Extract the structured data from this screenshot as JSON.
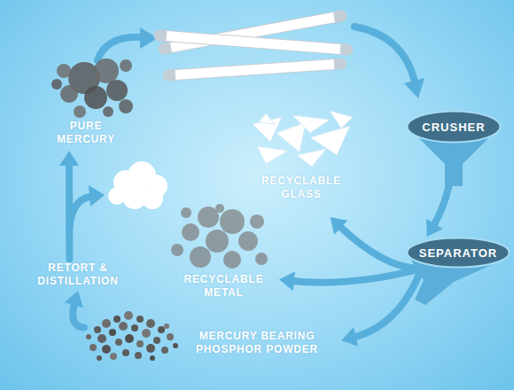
{
  "diagram": {
    "nodes": [
      {
        "text": [
          "PURE MERCURY"
        ]
      },
      {
        "text": [
          "CRUSHER"
        ]
      },
      {
        "text": [
          "RECYCLABLE GLASS"
        ]
      },
      {
        "text": [
          "SEPARATOR"
        ]
      },
      {
        "text": [
          "RETORT & DISTILLATION"
        ]
      },
      {
        "text": [
          "RECYCLABLE METAL"
        ]
      },
      {
        "text": [
          "MERCURY BEARING PHOSPHOR POWDER"
        ]
      }
    ],
    "edges": [
      {
        "from": 1,
        "to": 3,
        "arrow": "to"
      },
      {
        "from": 3,
        "to": 2,
        "arrow": "to"
      },
      {
        "from": 3,
        "to": 5,
        "arrow": "to"
      },
      {
        "from": 3,
        "to": 6,
        "arrow": "to"
      },
      {
        "from": 6,
        "to": 4,
        "arrow": "to"
      },
      {
        "from": 4,
        "to": 0,
        "arrow": "to"
      }
    ]
  }
}
